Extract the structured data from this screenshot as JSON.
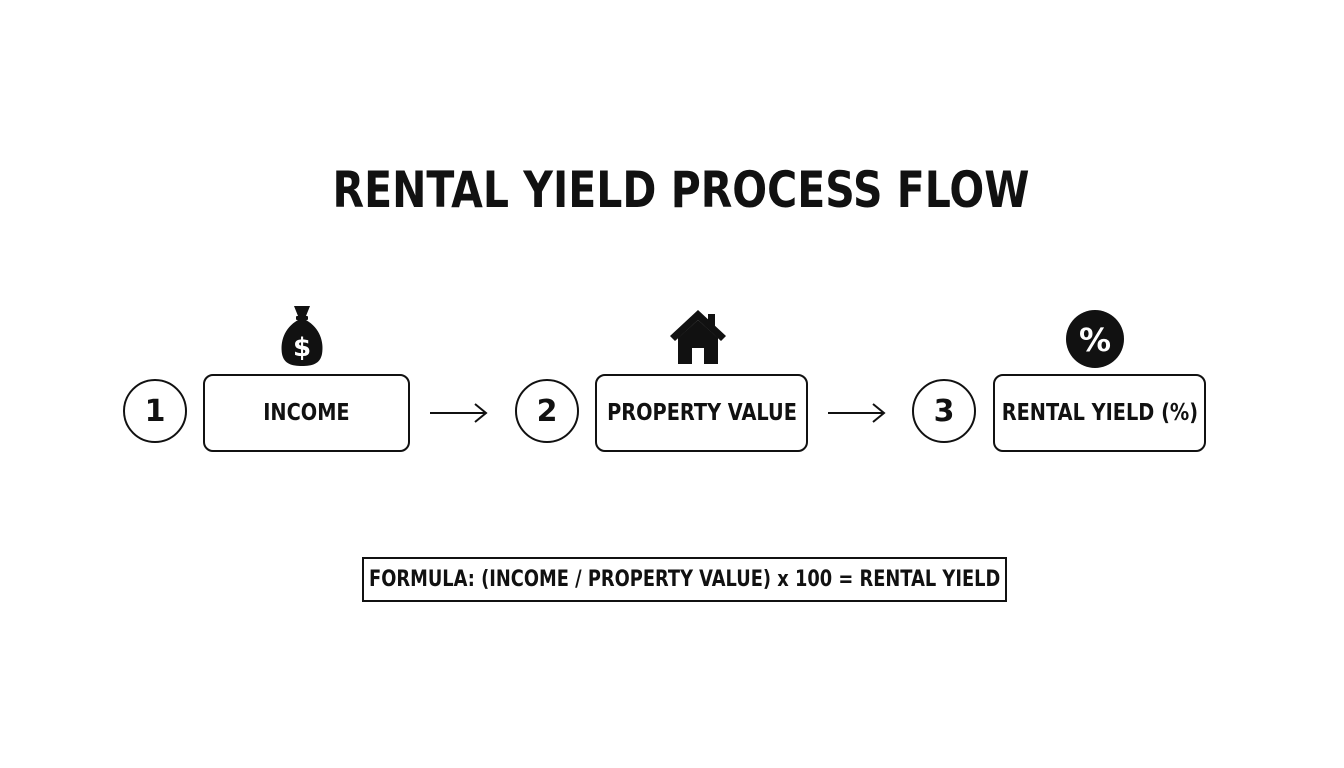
{
  "title": "RENTAL YIELD PROCESS FLOW",
  "steps": [
    {
      "number": "1",
      "label": "INCOME",
      "icon": "money-bag-icon"
    },
    {
      "number": "2",
      "label": "PROPERTY VALUE",
      "icon": "house-icon"
    },
    {
      "number": "3",
      "label": "RENTAL YIELD (%)",
      "icon": "percent-icon"
    }
  ],
  "formula": "FORMULA: (INCOME / PROPERTY VALUE) x 100 = RENTAL YIELD"
}
